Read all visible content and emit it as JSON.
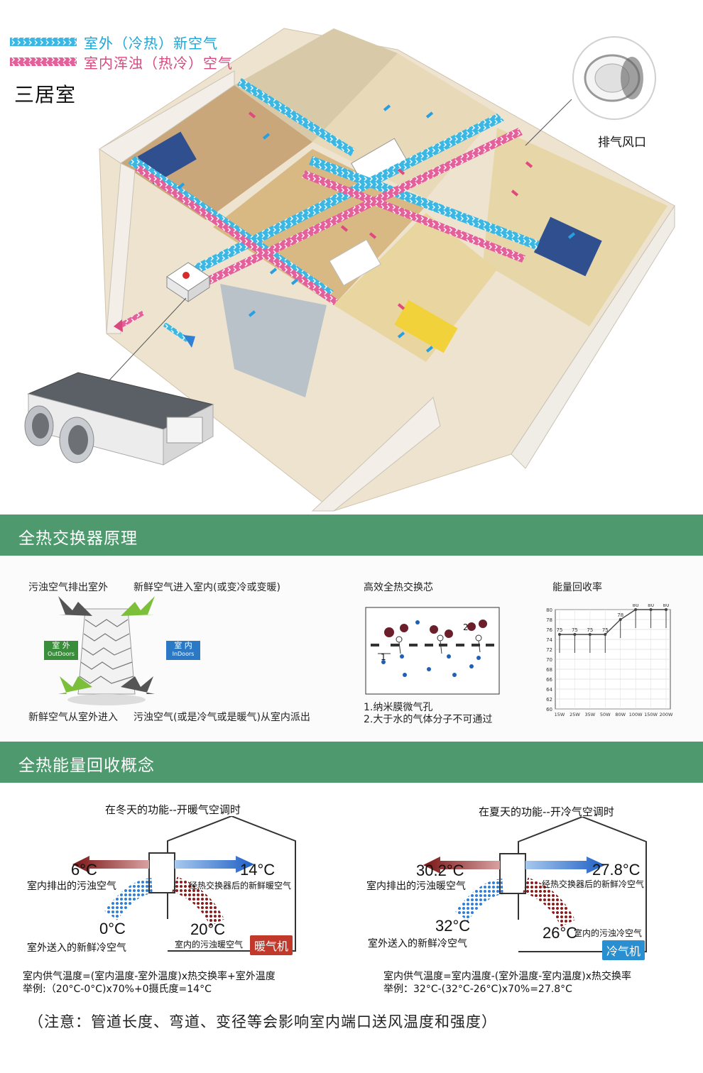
{
  "legend": {
    "fresh": "室外（冷热）新空气",
    "dirty": "室内浑浊（热冷）空气"
  },
  "house": {
    "title": "三居室",
    "exhaust_vent_label": "排气风口"
  },
  "principle": {
    "header": "全热交换器原理",
    "top_left": "污浊空气排出室外",
    "top_right": "新鲜空气进入室内(或变冷或变暖)",
    "bottom_left": "新鲜空气从室外进入",
    "bottom_right": "污浊空气(或是冷气或是暖气)从室内派出",
    "outdoor_cn": "室 外",
    "outdoor_en": "OutDoors",
    "indoor_cn": "室 内",
    "indoor_en": "InDoors",
    "core_title": "高效全热交换芯",
    "core_label_1": "1",
    "core_label_2": "2",
    "core_note_1": "1.纳米膜微气孔",
    "core_note_2": "2.大于水的气体分子不可通过",
    "chart_title": "能量回收率"
  },
  "chart_data": {
    "type": "line",
    "title": "能量回收率",
    "categories": [
      "15W",
      "25W",
      "35W",
      "50W",
      "80W",
      "100W",
      "150W",
      "200W"
    ],
    "values": [
      75,
      75,
      75,
      75,
      78,
      80,
      80,
      80
    ],
    "ylim": [
      60,
      80
    ],
    "yticks": [
      60,
      62,
      64,
      66,
      68,
      70,
      72,
      74,
      76,
      78,
      80
    ],
    "grid": true,
    "color": "#444444"
  },
  "concept": {
    "header": "全热能量回收概念",
    "winter": {
      "title": "在冬天的功能--开暖气空调时",
      "out_temp": "6°C",
      "out_label": "室内排出的污浊空气",
      "in_temp": "14°C",
      "in_label": "经热交换器后的新鲜暖空气",
      "fresh_temp": "0°C",
      "fresh_label": "室外送入的新鲜冷空气",
      "room_temp": "20°C",
      "room_label": "室内的污浊暖空气",
      "device": "暖气机",
      "formula": "室内供气温度=(室内温度-室外温度)x热交换率+室外温度",
      "example": "举例:（20°C-0°C)x70%+0摄氏度=14°C"
    },
    "summer": {
      "title": "在夏天的功能--开冷气空调时",
      "out_temp": "30.2°C",
      "out_label": "室内排出的污浊暖空气",
      "in_temp": "27.8°C",
      "in_label": "经热交换器后的新鲜冷空气",
      "fresh_temp": "32°C",
      "fresh_label": "室外送入的新鲜冷空气",
      "room_temp": "26°C",
      "room_label": "室内的污浊冷空气",
      "device": "冷气机",
      "formula": "室内供气温度=室内温度-(室外温度-室内温度)x热交换率",
      "example": "举例：32°C-(32°C-26°C)x70%=27.8°C"
    },
    "note": "（注意：管道长度、弯道、变径等会影响室内端口送风温度和强度）"
  },
  "colors": {
    "header_green": "#4e9a6e",
    "fresh_blue": "#1aa7d8",
    "dirty_pink": "#d9497f",
    "arrow_red": "#8b1c1c",
    "arrow_blue": "#2f7fd6",
    "heater_red": "#c0392b",
    "cooler_blue": "#2a8fd0"
  }
}
